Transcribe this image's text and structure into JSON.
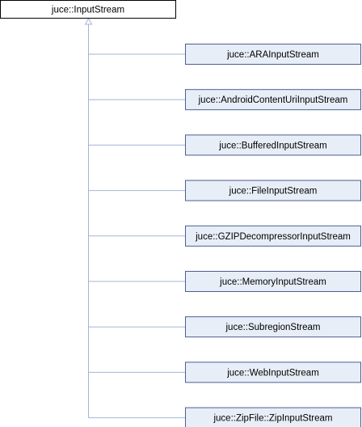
{
  "diagram": {
    "type": "class-inheritance",
    "base_class": "juce::InputStream",
    "derived_classes": [
      "juce::ARAInputStream",
      "juce::AndroidContentUriInputStream",
      "juce::BufferedInputStream",
      "juce::FileInputStream",
      "juce::GZIPDecompressorInputStream",
      "juce::MemoryInputStream",
      "juce::SubregionStream",
      "juce::WebInputStream",
      "juce::ZipFile::ZipInputStream"
    ],
    "colors": {
      "base_fill": "#ffffff",
      "base_border": "#000000",
      "derived_fill": "#e8eef7",
      "derived_border": "#4a5f8f",
      "edge": "#a3b4d6"
    }
  }
}
